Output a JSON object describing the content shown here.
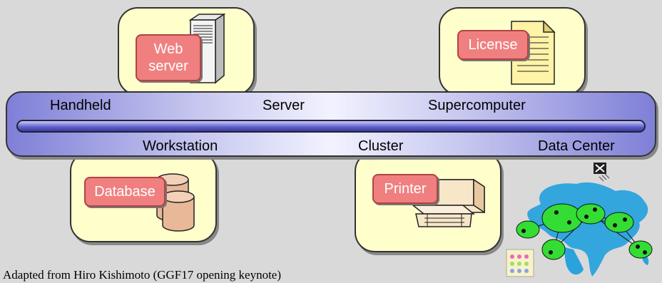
{
  "cards": {
    "web_server": {
      "label": "Web\nserver"
    },
    "license": {
      "label": "License"
    },
    "database": {
      "label": "Database"
    },
    "printer": {
      "label": "Printer"
    }
  },
  "band": {
    "top_row": [
      "Handheld",
      "Server",
      "Supercomputer"
    ],
    "bottom_row": [
      "Workstation",
      "Cluster",
      "Data Center"
    ]
  },
  "caption": "Adapted from Hiro Kishimoto (GGF17 opening keynote)",
  "colors": {
    "background": "#d9d9d9",
    "card_fill": "#ffffcc",
    "tag_fill": "#f08080",
    "band_edge": "#7f7fd8",
    "band_center": "#f2f2ff",
    "rod": "#5d5dc8",
    "world_map": "#2aa3dd",
    "node_fill": "#33dd33"
  },
  "icons": [
    "server-tower-icon",
    "document-icon",
    "database-cylinders-icon",
    "printer-icon",
    "world-map-network-icon",
    "satellite-icon",
    "calendar-icon"
  ]
}
